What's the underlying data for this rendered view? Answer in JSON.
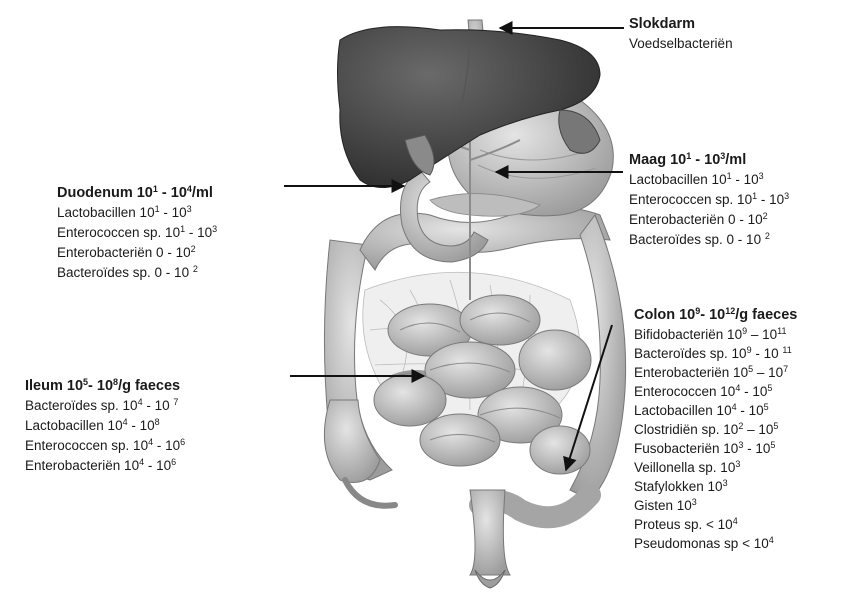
{
  "slokdarm": {
    "title": "Slokdarm",
    "lines": [
      "Voedselbacteriën"
    ]
  },
  "maag": {
    "title": [
      {
        "t": "Maag 10"
      },
      {
        "t": "1",
        "sup": true
      },
      {
        "t": " - 10"
      },
      {
        "t": "3",
        "sup": true
      },
      {
        "t": "/ml"
      }
    ],
    "lines": [
      [
        {
          "t": "Lactobacillen 10"
        },
        {
          "t": "1",
          "sup": true
        },
        {
          "t": " - 10"
        },
        {
          "t": "3",
          "sup": true
        }
      ],
      [
        {
          "t": "Enterococcen sp.  10"
        },
        {
          "t": "1",
          "sup": true
        },
        {
          "t": " - 10"
        },
        {
          "t": "3",
          "sup": true
        }
      ],
      [
        {
          "t": "Enterobacteriën 0 - 10"
        },
        {
          "t": "2",
          "sup": true
        }
      ],
      [
        {
          "t": "Bacteroïdes sp. 0  - 10 "
        },
        {
          "t": "2",
          "sup": true
        }
      ]
    ]
  },
  "duodenum": {
    "title": [
      {
        "t": "Duodenum 10"
      },
      {
        "t": "1",
        "sup": true
      },
      {
        "t": " - 10"
      },
      {
        "t": "4",
        "sup": true
      },
      {
        "t": "/ml"
      }
    ],
    "lines": [
      [
        {
          "t": "Lactobacillen 10"
        },
        {
          "t": "1",
          "sup": true
        },
        {
          "t": " - 10"
        },
        {
          "t": "3",
          "sup": true
        }
      ],
      [
        {
          "t": "Enterococcen sp.  10"
        },
        {
          "t": "1",
          "sup": true
        },
        {
          "t": " - 10"
        },
        {
          "t": "3",
          "sup": true
        }
      ],
      [
        {
          "t": "Enterobacteriën 0 - 10"
        },
        {
          "t": "2",
          "sup": true
        }
      ],
      [
        {
          "t": "Bacteroïdes sp. 0 - 10 "
        },
        {
          "t": "2",
          "sup": true
        }
      ]
    ]
  },
  "colon": {
    "title": [
      {
        "t": "Colon 10"
      },
      {
        "t": "9",
        "sup": true
      },
      {
        "t": "- 10"
      },
      {
        "t": "12",
        "sup": true
      },
      {
        "t": "/g faeces"
      }
    ],
    "lines": [
      [
        {
          "t": "Bifidobacteriën 10"
        },
        {
          "t": "9",
          "sup": true
        },
        {
          "t": " – 10"
        },
        {
          "t": "11",
          "sup": true
        }
      ],
      [
        {
          "t": "Bacteroïdes sp. 10"
        },
        {
          "t": "9",
          "sup": true
        },
        {
          "t": " - 10 "
        },
        {
          "t": "11",
          "sup": true
        }
      ],
      [
        {
          "t": "Enterobacteriën 10"
        },
        {
          "t": "5",
          "sup": true
        },
        {
          "t": " – 10"
        },
        {
          "t": "7",
          "sup": true
        }
      ],
      [
        {
          "t": "Enterococcen 10"
        },
        {
          "t": "4",
          "sup": true
        },
        {
          "t": " - 10"
        },
        {
          "t": "5",
          "sup": true
        }
      ],
      [
        {
          "t": "Lactobacillen 10"
        },
        {
          "t": "4",
          "sup": true
        },
        {
          "t": " - 10"
        },
        {
          "t": "5",
          "sup": true
        }
      ],
      [
        {
          "t": "Clostridiën sp. 10"
        },
        {
          "t": "2",
          "sup": true
        },
        {
          "t": " – 10"
        },
        {
          "t": "5",
          "sup": true
        }
      ],
      [
        {
          "t": "Fusobacteriën 10"
        },
        {
          "t": "3",
          "sup": true
        },
        {
          "t": " - 10"
        },
        {
          "t": "5",
          "sup": true
        }
      ],
      [
        {
          "t": "Veillonella sp. 10"
        },
        {
          "t": "3",
          "sup": true
        }
      ],
      [
        {
          "t": "Stafylokken 10"
        },
        {
          "t": "3",
          "sup": true
        }
      ],
      [
        {
          "t": "Gisten 10"
        },
        {
          "t": "3",
          "sup": true
        }
      ],
      [
        {
          "t": "Proteus sp. < 10"
        },
        {
          "t": "4",
          "sup": true
        }
      ],
      [
        {
          "t": "Pseudomonas sp < 10"
        },
        {
          "t": "4",
          "sup": true
        }
      ]
    ]
  },
  "ileum": {
    "title": [
      {
        "t": "Ileum 10"
      },
      {
        "t": "5",
        "sup": true
      },
      {
        "t": "- 10"
      },
      {
        "t": "8",
        "sup": true
      },
      {
        "t": "/g faeces"
      }
    ],
    "lines": [
      [
        {
          "t": "Bacteroïdes sp. 10"
        },
        {
          "t": "4",
          "sup": true
        },
        {
          "t": " - 10 "
        },
        {
          "t": "7",
          "sup": true
        }
      ],
      [
        {
          "t": "Lactobacillen 10"
        },
        {
          "t": "4",
          "sup": true
        },
        {
          "t": " - 10"
        },
        {
          "t": "8",
          "sup": true
        }
      ],
      [
        {
          "t": "Enterococcen sp. 10"
        },
        {
          "t": "4",
          "sup": true
        },
        {
          "t": " - 10"
        },
        {
          "t": "6",
          "sup": true
        }
      ],
      [
        {
          "t": "Enterobacteriën 10"
        },
        {
          "t": "4",
          "sup": true
        },
        {
          "t": " - 10"
        },
        {
          "t": "6",
          "sup": true
        }
      ]
    ]
  },
  "colors": {
    "liver": "#3f3f3f",
    "organ": "#c9c9c9",
    "organ_dark": "#9a9a9a",
    "arrow": "#111111",
    "mesentery": "#e8e8e8"
  }
}
